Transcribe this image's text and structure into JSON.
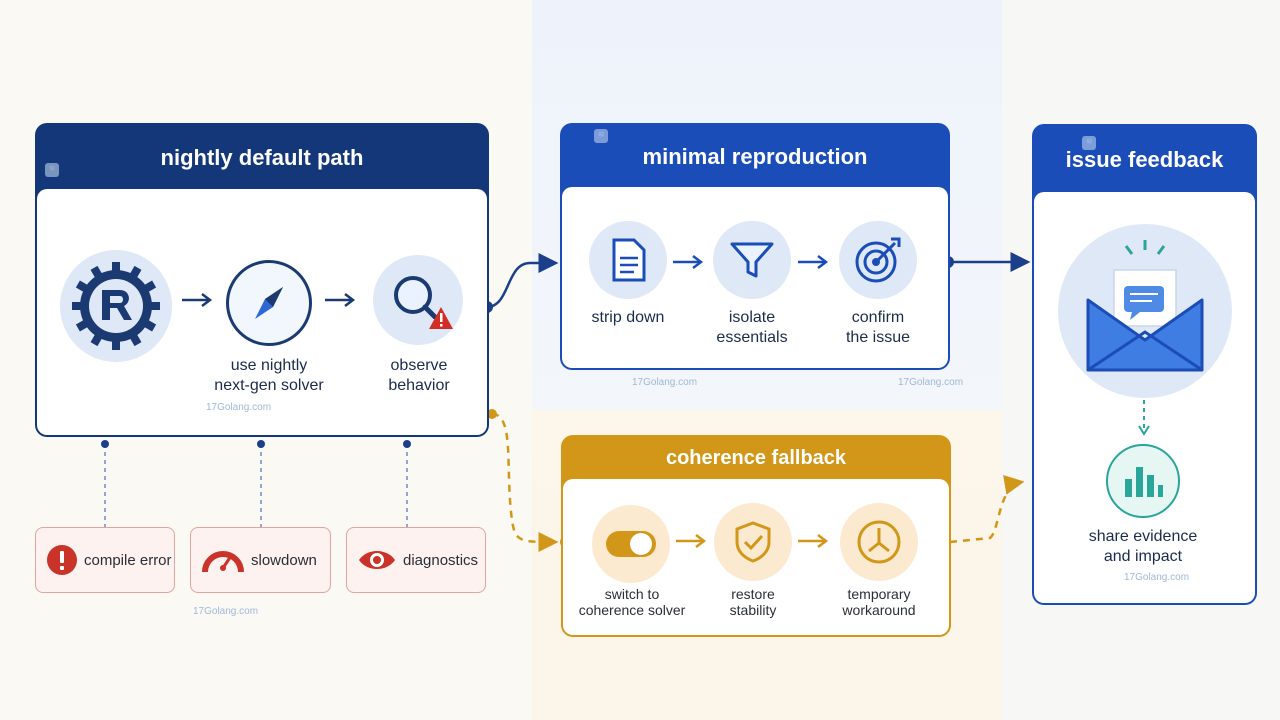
{
  "panels": {
    "nightly": {
      "title": "nightly default path",
      "steps": [
        {
          "icon": "rust-logo-icon",
          "label": ""
        },
        {
          "icon": "compass-icon",
          "label_line1": "use nightly",
          "label_line2": "next-gen solver"
        },
        {
          "icon": "magnifier-warning-icon",
          "label_line1": "observe",
          "label_line2": "behavior"
        }
      ],
      "outcomes": [
        {
          "icon": "exclamation-icon",
          "label": "compile error"
        },
        {
          "icon": "speedometer-icon",
          "label": "slowdown"
        },
        {
          "icon": "eye-icon",
          "label": "diagnostics"
        }
      ]
    },
    "repro": {
      "title": "minimal reproduction",
      "steps": [
        {
          "icon": "document-icon",
          "label_line1": "strip down",
          "label_line2": ""
        },
        {
          "icon": "funnel-icon",
          "label_line1": "isolate",
          "label_line2": "essentials"
        },
        {
          "icon": "target-icon",
          "label_line1": "confirm",
          "label_line2": "the issue"
        }
      ]
    },
    "fallback": {
      "title": "coherence fallback",
      "steps": [
        {
          "icon": "toggle-icon",
          "label_line1": "switch to",
          "label_line2": "coherence solver"
        },
        {
          "icon": "shield-check-icon",
          "label_line1": "restore",
          "label_line2": "stability"
        },
        {
          "icon": "clock-icon",
          "label_line1": "temporary",
          "label_line2": "workaround"
        }
      ]
    },
    "feedback": {
      "title": "issue feedback",
      "steps": [
        {
          "icon": "mail-icon",
          "label": ""
        },
        {
          "icon": "bar-chart-icon",
          "label_line1": "share evidence",
          "label_line2": "and impact"
        }
      ]
    }
  },
  "watermark": "17Golang.com",
  "colors": {
    "navy": "#14377a",
    "blue": "#1b4db8",
    "orange": "#d29718",
    "red": "#c9332a",
    "teal": "#2aa59a"
  }
}
